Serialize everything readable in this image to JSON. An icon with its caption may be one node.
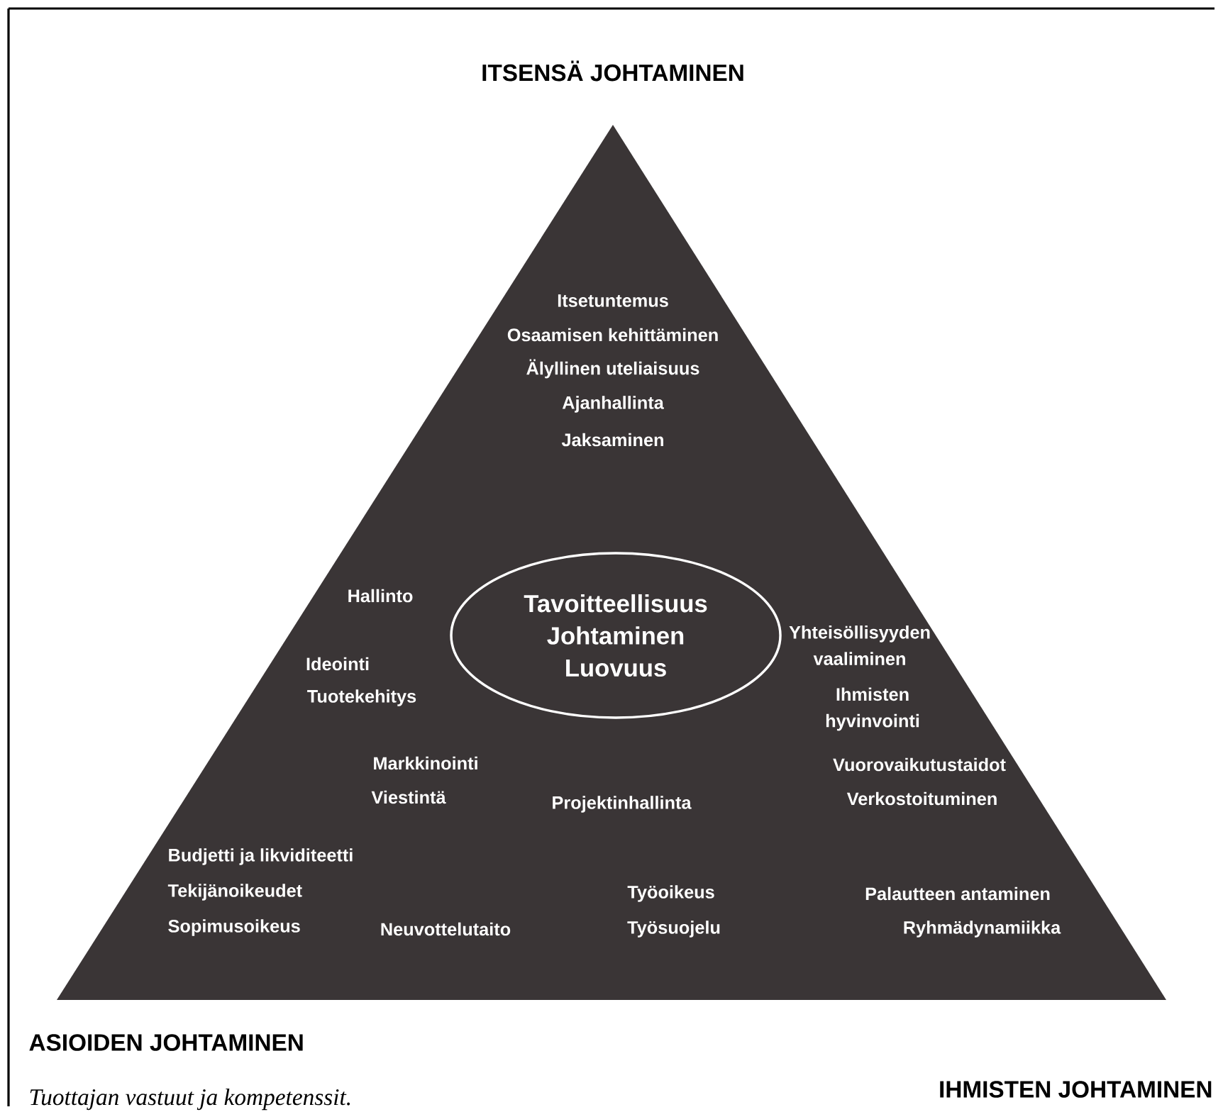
{
  "diagram": {
    "caption": "Tuottajan vastuut ja kompetenssit.",
    "nodes": [
      {
        "text": [
          "Itsetuntemus",
          "Osaamisen kehittäminen",
          "Älyllinen uteliaisuus",
          "Ajanhallinta",
          "Jaksaminen",
          "Hallinto",
          "Ideointi",
          "Tuotekehitys",
          "Markkinointi",
          "Viestintä",
          "Projektinhallinta",
          "Yhteisöllisyyden vaaliminen",
          "Ihmisten hyvinvointi",
          "Vuorovaikutustaidot",
          "Verkostoituminen",
          "Budjetti ja likviditeetti",
          "Tekijänoikeudet",
          "Sopimusoikeus",
          "Neuvottelutaito",
          "Työoikeus",
          "Työsuojelu",
          "Palautteen antaminen",
          "Ryhmädynamiikka"
        ]
      },
      {
        "text": [
          "Tavoitteellisuus",
          "Johtaminen",
          "Luovuus"
        ],
        "in": 0
      }
    ],
    "labels": [
      "ITSENSÄ JOHTAMINEN",
      "ASIOIDEN JOHTAMINEN",
      "IHMISTEN JOHTAMINEN"
    ]
  }
}
